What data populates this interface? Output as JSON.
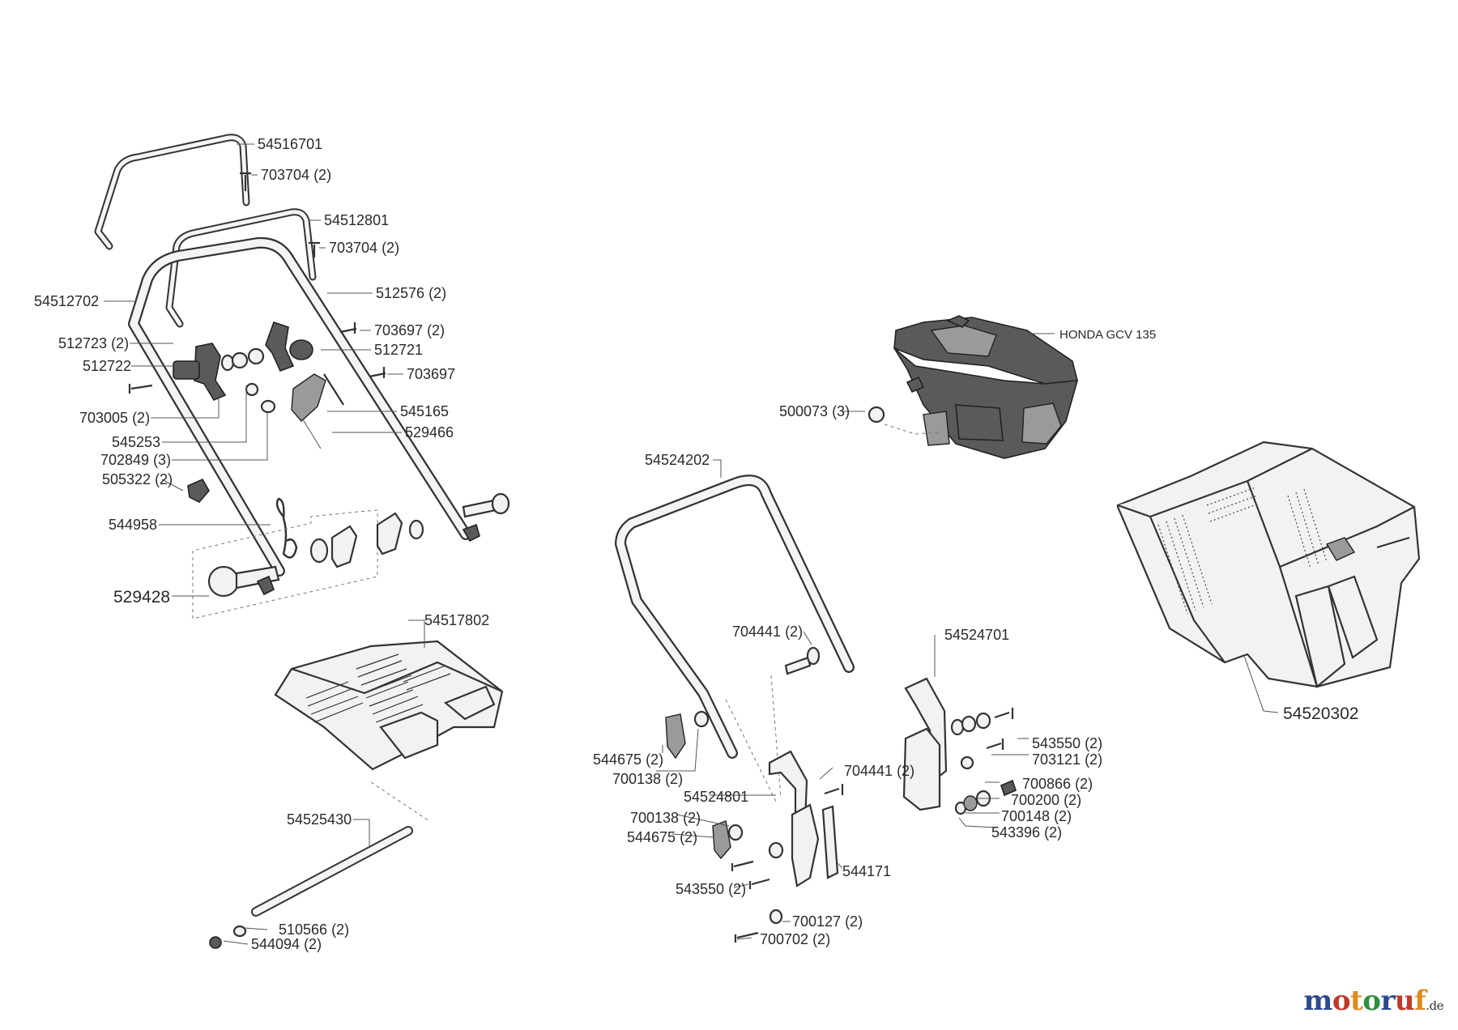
{
  "diagram": {
    "parts": {
      "p54516701": "54516701",
      "p703704_a": "703704 (2)",
      "p54512801": "54512801",
      "p703704_b": "703704 (2)",
      "p54512702": "54512702",
      "p512576": "512576 (2)",
      "p703697_2": "703697 (2)",
      "p512723": "512723 (2)",
      "p512721": "512721",
      "p512722": "512722",
      "p703697": "703697",
      "p703005": "703005 (2)",
      "p545165": "545165",
      "p545253": "545253",
      "p529466": "529466",
      "p702849": "702849 (3)",
      "p505322": "505322 (2)",
      "p544958": "544958",
      "p529428": "529428",
      "p54517802": "54517802",
      "p54525430": "54525430",
      "p510566": "510566 (2)",
      "p544094": "544094 (2)",
      "engine": "HONDA GCV 135",
      "p500073": "500073 (3)",
      "p54524202": "54524202",
      "p54520302": "54520302",
      "p704441_a": "704441 (2)",
      "p54524701": "54524701",
      "p544675_a": "544675 (2)",
      "p700138_a": "700138 (2)",
      "p704441_b": "704441 (2)",
      "p543550_a": "543550 (2)",
      "p703121": "703121 (2)",
      "p54524801": "54524801",
      "p700866": "700866 (2)",
      "p700200": "700200 (2)",
      "p700138_b": "700138 (2)",
      "p700148": "700148 (2)",
      "p544675_b": "544675 (2)",
      "p543396": "543396 (2)",
      "p544171": "544171",
      "p543550_b": "543550 (2)",
      "p700127": "700127 (2)",
      "p700702": "700702 (2)"
    }
  },
  "logo": {
    "letters": [
      "m",
      "o",
      "t",
      "o",
      "r",
      "u",
      "f"
    ],
    "suffix": ".de",
    "colors": [
      "#2c4a8c",
      "#c0392b",
      "#e08a1e",
      "#2f8f3e",
      "#2c4a8c",
      "#c0392b",
      "#e08a1e"
    ]
  }
}
